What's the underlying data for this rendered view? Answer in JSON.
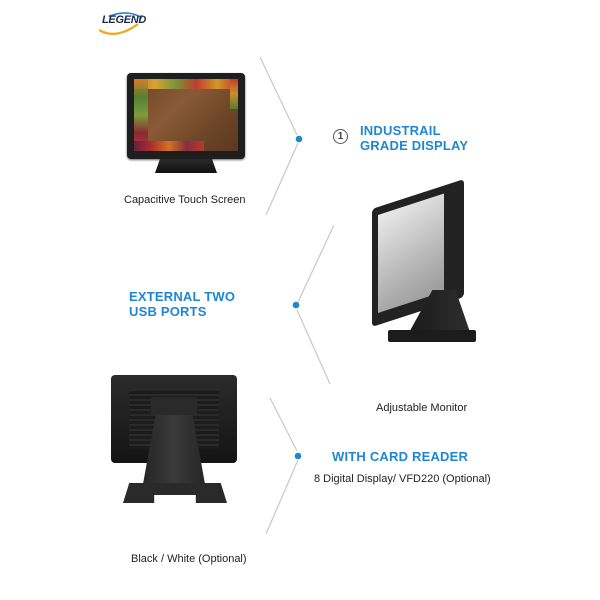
{
  "brand": {
    "logo_text": "LEGEND",
    "accent_color": "#1f86d3"
  },
  "features": [
    {
      "number": "1",
      "title_line1": "INDUSTRAIL",
      "title_line2": "GRADE DISPLAY"
    },
    {
      "title_line1": "EXTERNAL TWO",
      "title_line2": "USB PORTS"
    },
    {
      "title": "WITH CARD READER",
      "subtitle": "8 Digital Display/ VFD220 (Optional)"
    }
  ],
  "products": [
    {
      "image": "front-pos-monitor-with-produce-screen",
      "caption": "Capacitive Touch Screen"
    },
    {
      "image": "angled-pos-monitor",
      "caption": "Adjustable Monitor"
    },
    {
      "image": "rear-pos-monitor-stand",
      "caption": "Black / White (Optional)"
    }
  ]
}
